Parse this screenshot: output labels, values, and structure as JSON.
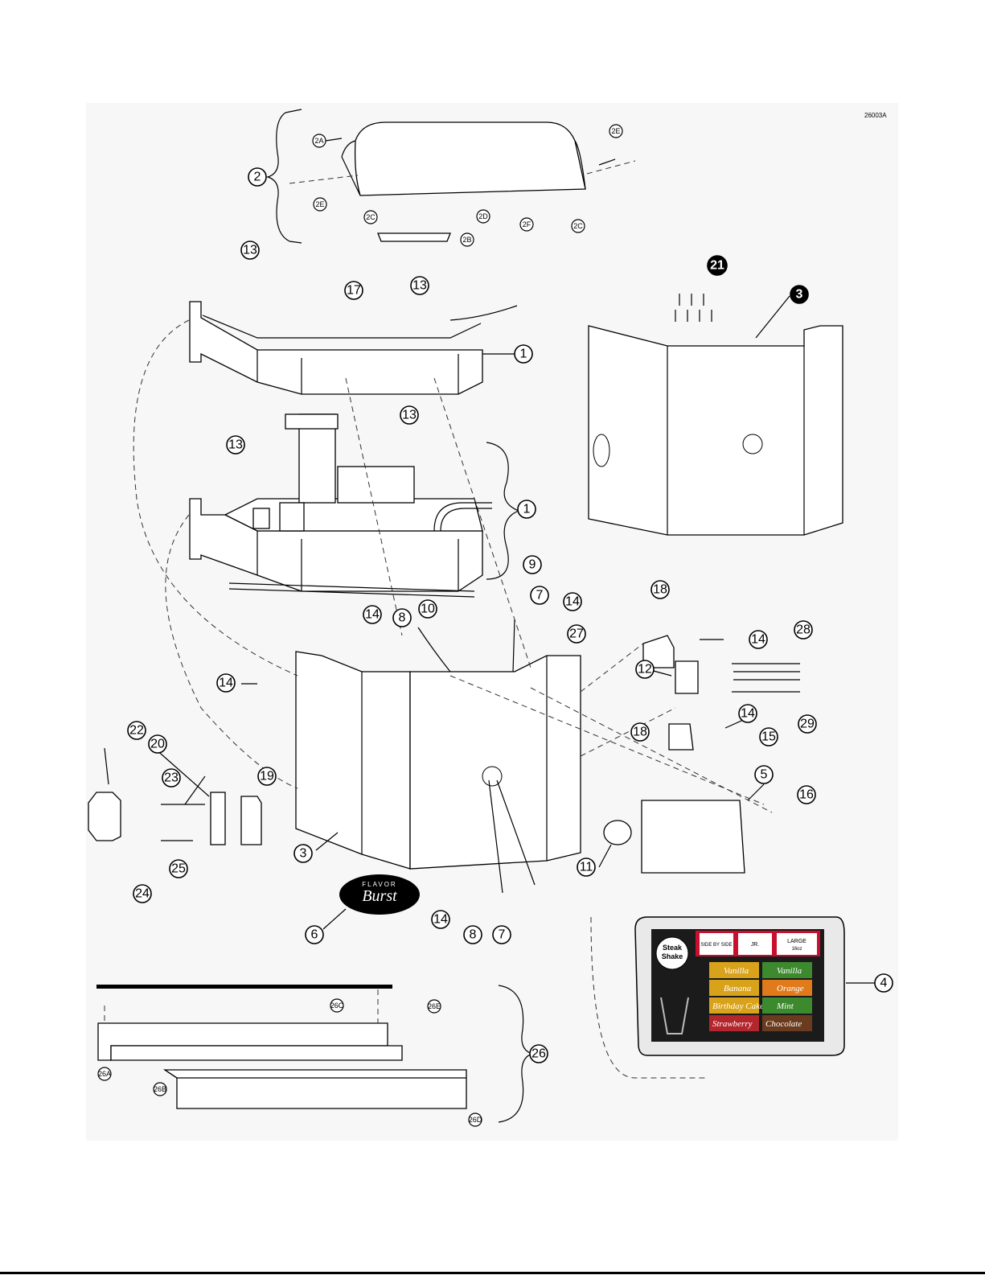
{
  "drawing_id": "26003A",
  "callouts": {
    "c2": "2",
    "c2A": "2A",
    "c2B": "2B",
    "c2C_left": "2C",
    "c2C_right": "2C",
    "c2D": "2D",
    "c2E_left": "2E",
    "c2E_right": "2E",
    "c2F": "2F",
    "c13_a": "13",
    "c13_b": "13",
    "c13_c": "13",
    "c13_d": "13",
    "c17": "17",
    "c1_a": "1",
    "c1_b": "1",
    "c21": "21",
    "c3_a": "3",
    "c3_b": "3",
    "c9": "9",
    "c10": "10",
    "c7_a": "7",
    "c7_b": "7",
    "c8_a": "8",
    "c8_b": "8",
    "c14_a": "14",
    "c14_b": "14",
    "c14_c": "14",
    "c14_d": "14",
    "c14_e": "14",
    "c14_f": "14",
    "c27": "27",
    "c18_a": "18",
    "c18_b": "18",
    "c28": "28",
    "c12": "12",
    "c29": "29",
    "c15": "15",
    "c5": "5",
    "c16": "16",
    "c11": "11",
    "c22": "22",
    "c20": "20",
    "c23": "23",
    "c19": "19",
    "c25": "25",
    "c24": "24",
    "c6": "6",
    "c4": "4",
    "c26": "26",
    "c26A": "26A",
    "c26B": "26B",
    "c26C": "26C",
    "c26D": "26D",
    "c26E": "26E"
  },
  "logo": {
    "line1": "FLAVOR",
    "line2": "Burst"
  },
  "touchscreen": {
    "brand_line1": "Steak",
    "brand_line2": "Shake",
    "sizes": [
      "SIDE BY SIDE",
      "JR.",
      "LARGE"
    ],
    "large_size_note": "16oz",
    "flavors": [
      "Vanilla",
      "Vanilla",
      "Banana",
      "Orange",
      "Birthday Cake",
      "Mint",
      "Strawberry",
      "Chocolate"
    ]
  },
  "colors": {
    "screen_red": "#c8102e",
    "menu_gold": "#d9a21b",
    "menu_green": "#3d8a2e",
    "menu_orange": "#e07a1a",
    "menu_red": "#b3262c",
    "menu_brown": "#6b3b1f"
  }
}
